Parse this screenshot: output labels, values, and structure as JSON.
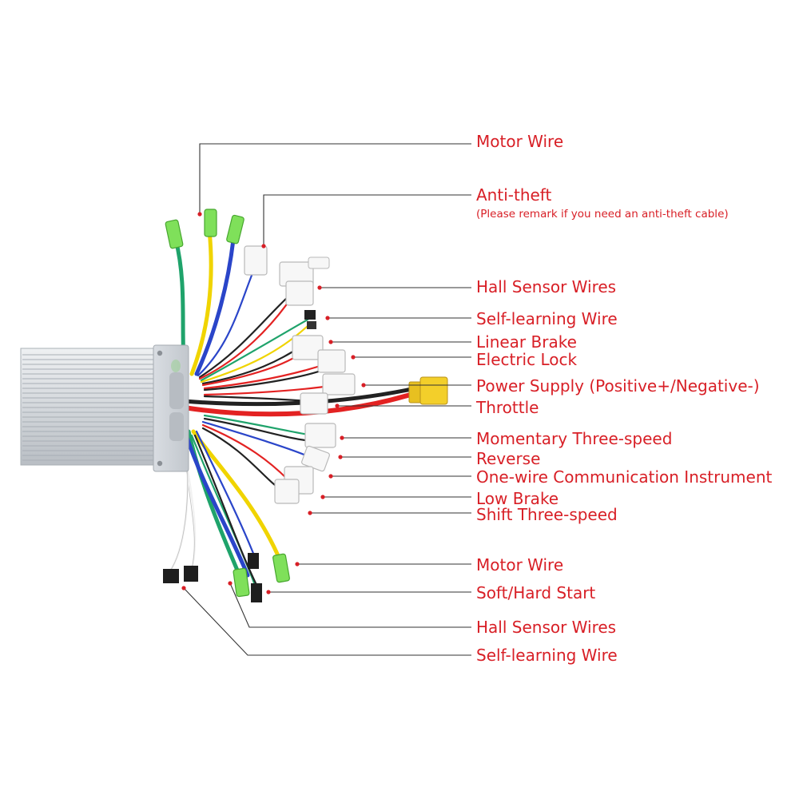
{
  "colors": {
    "label_red": "#d81f26",
    "leader_line": "#333333",
    "wire_red": "#e32222",
    "wire_yellow": "#f0d400",
    "wire_green": "#1fa36b",
    "wire_blue": "#2a45c9",
    "wire_black": "#222222",
    "wire_white": "#f2f2f2",
    "connector_green": "#7fe05a",
    "connector_white": "#f7f7f7",
    "xt60_yellow": "#f3cf2a",
    "housing_silver": "#d9dde2"
  },
  "labels": {
    "motor_wire_top": "Motor Wire",
    "anti_theft": "Anti-theft",
    "anti_theft_note": "(Please remark if you need an anti-theft cable)",
    "hall_sensor_top": "Hall Sensor Wires",
    "self_learning_top": "Self-learning Wire",
    "linear_brake": "Linear Brake",
    "electric_lock": "Electric Lock",
    "power_supply": "Power Supply (Positive+/Negative-)",
    "throttle": "Throttle",
    "momentary_three_speed": "Momentary Three-speed",
    "reverse": "Reverse",
    "one_wire": "One-wire Communication Instrument",
    "low_brake": "Low Brake",
    "shift_three_speed": "Shift Three-speed",
    "motor_wire_bottom": "Motor Wire",
    "soft_hard_start": "Soft/Hard Start",
    "hall_sensor_bottom": "Hall Sensor Wires",
    "self_learning_bottom": "Self-learning Wire"
  },
  "icons": {
    "controller": "controller-housing-icon",
    "phase_connector": "bullet-connector-icon",
    "multi_pin": "multi-pin-connector-icon",
    "battery_plug": "xt60-plug-icon"
  }
}
